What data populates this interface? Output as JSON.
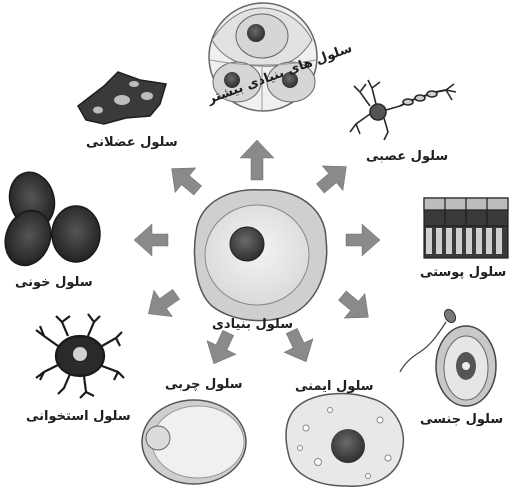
{
  "labels": {
    "center": "سلول بنیادی",
    "more_stem": "سلول های بنیادی بیشتر",
    "nerve": "سلول عصبی",
    "skin": "سلول پوستی",
    "sex": "سلول جنسی",
    "immune": "سلول ایمنی",
    "fat": "سلول چربی",
    "bone": "سلول استخوانی",
    "blood": "سلول خونی",
    "muscle": "سلول عضلانی"
  },
  "colors": {
    "arrow": "#8a8a8a",
    "membrane": "#cfcfcf",
    "cytoplasm": "#ececec",
    "nucleus": "#4a4a4a",
    "blood": "#3a3a3a",
    "dark_cell": "#333333"
  }
}
